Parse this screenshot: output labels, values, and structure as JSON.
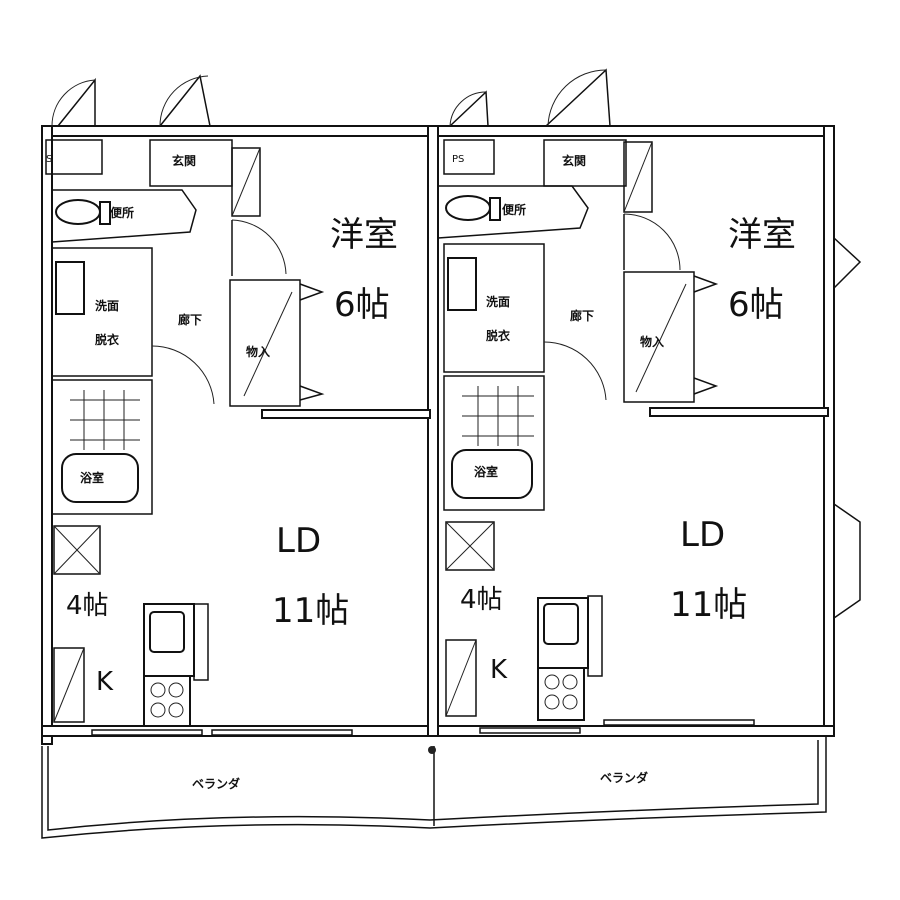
{
  "units": [
    {
      "id": "left",
      "ps": "S",
      "entrance": "玄関",
      "toilet": "便所",
      "washroom": [
        "洗面",
        "脱衣"
      ],
      "corridor": "廊下",
      "closet": "物入",
      "bath": "浴室",
      "western_room": {
        "name": "洋室",
        "size": "6帖"
      },
      "ld": {
        "name": "LD",
        "size": "11帖"
      },
      "kitchen": {
        "size": "4帖",
        "name": "K"
      },
      "veranda": "ベランダ"
    },
    {
      "id": "right",
      "ps": "PS",
      "entrance": "玄関",
      "toilet": "便所",
      "washroom": [
        "洗面",
        "脱衣"
      ],
      "corridor": "廊下",
      "closet": "物入",
      "bath": "浴室",
      "western_room": {
        "name": "洋室",
        "size": "6帖"
      },
      "ld": {
        "name": "LD",
        "size": "11帖"
      },
      "kitchen": {
        "size": "4帖",
        "name": "K"
      },
      "veranda": "ベランダ"
    }
  ]
}
